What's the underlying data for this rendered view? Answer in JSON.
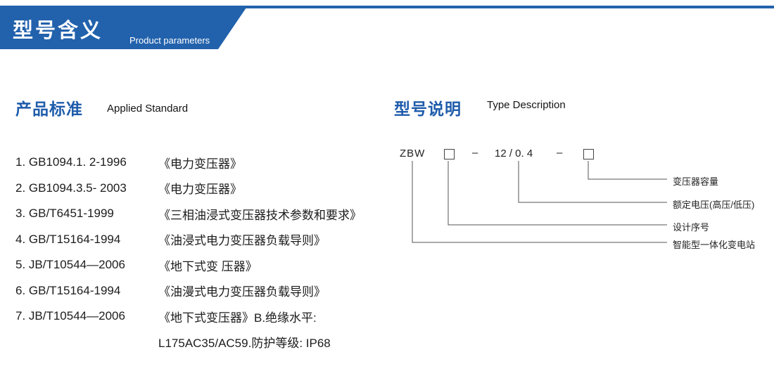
{
  "colors": {
    "primary_blue": "#2262ac",
    "heading_blue": "#1f5cab"
  },
  "header": {
    "title": "型号含义",
    "subtitle": "Product parameters"
  },
  "applied_standards": {
    "heading_cn": "产品标准",
    "heading_en": "Applied Standard",
    "items": [
      {
        "code": "1. GB1094.1. 2-1996",
        "title": "《电力变压器》"
      },
      {
        "code": "2. GB1094.3.5- 2003",
        "title": "《电力变压器》"
      },
      {
        "code": "3. GB/T6451-1999",
        "title": "《三相油浸式变压器技术参数和要求》"
      },
      {
        "code": "4. GB/T15164-1994",
        "title": "《油浸式电力变压器负载导则》"
      },
      {
        "code": "5. JB/T10544—2006",
        "title": "《地下式变 压器》"
      },
      {
        "code": "6. GB/T15164-1994",
        "title": "《油漫式电力变压器负载导则》"
      },
      {
        "code": "7. JB/T10544—2006",
        "title": "《地下式变压器》B.绝缘水平:"
      },
      {
        "code": "",
        "title": "L175AC35/AC59.防护等级: IP68"
      }
    ]
  },
  "type_description": {
    "heading_cn": "型号说明",
    "heading_en": "Type Description",
    "model": {
      "prefix": "ZBW",
      "dash1": "–",
      "voltage": "12 / 0. 4",
      "dash2": "–"
    },
    "labels": [
      "变压器容量",
      "额定电压(高压/低压)",
      "设计序号",
      "智能型一体化变电站"
    ]
  }
}
